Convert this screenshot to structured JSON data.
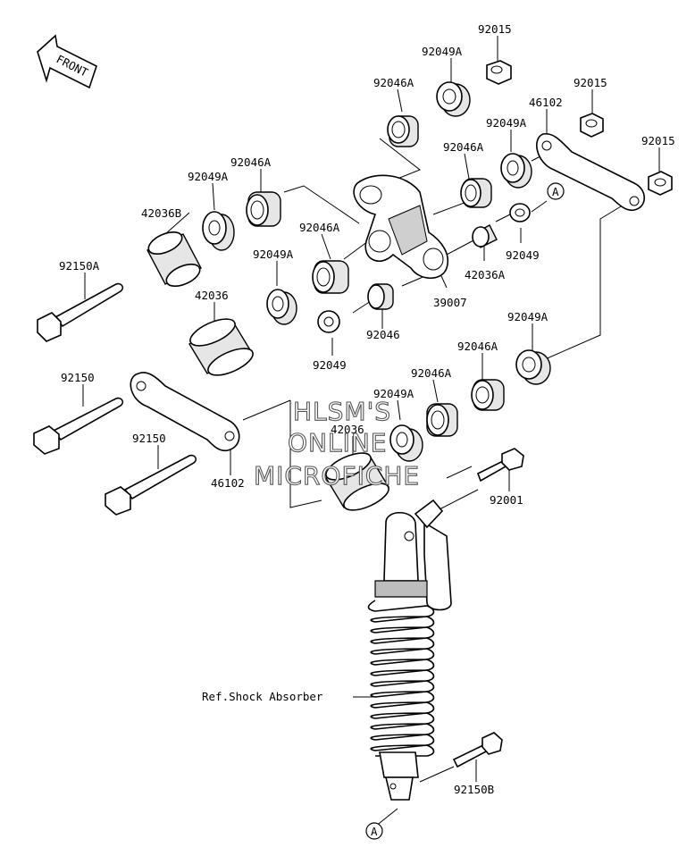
{
  "front_label": "FRONT",
  "watermark": [
    "HLSM'S",
    "ONLINE",
    "MICROFICHE"
  ],
  "ref_label": "Ref.Shock Absorber",
  "marker": "A",
  "part_numbers": {
    "p92015_top": "92015",
    "p92049A_top": "92049A",
    "p92046A_top": "92046A",
    "p92015_mid": "92015",
    "p46102_top": "46102",
    "p92049A_mid": "92049A",
    "p92015_right": "92015",
    "p92046A_mid": "92046A",
    "p92046A_left": "92046A",
    "p92049A_left": "92049A",
    "p42036B": "42036B",
    "p92046A_center": "92046A",
    "p92049_right": "92049",
    "p42036A": "42036A",
    "p92150A": "92150A",
    "p92049A_center": "92049A",
    "p39007": "39007",
    "p42036": "42036",
    "p92046": "92046",
    "p92049A_low": "92049A",
    "p92049_low": "92049",
    "p92046A_low": "92046A",
    "p92150_a": "92150",
    "p92046A_low2": "92046A",
    "p92049A_low2": "92049A",
    "p42036_low": "42036",
    "p92150_b": "92150",
    "p46102_low": "46102",
    "p92001": "92001",
    "p92150B": "92150B"
  }
}
